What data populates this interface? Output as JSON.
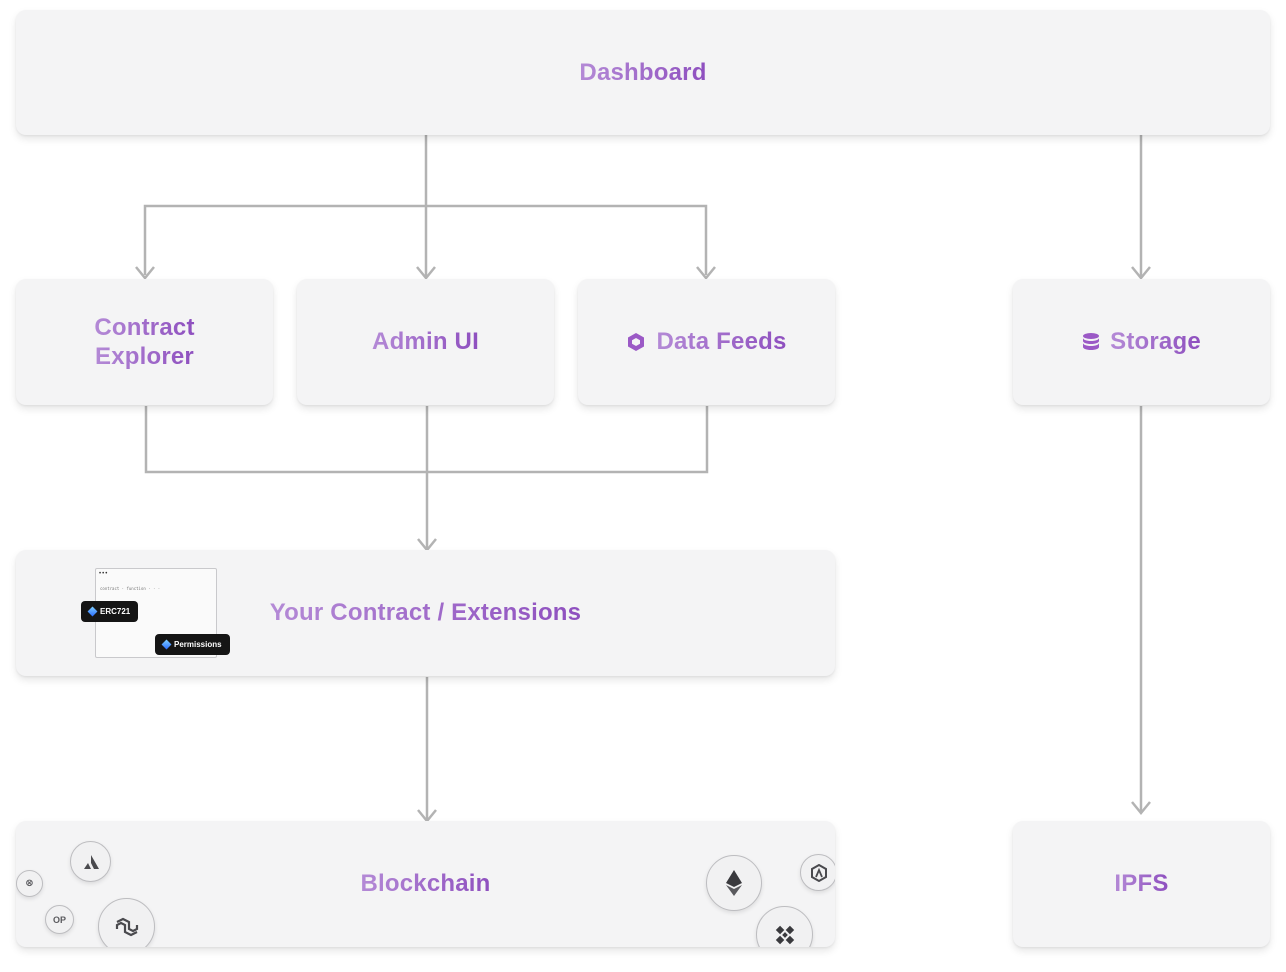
{
  "nodes": {
    "dashboard": "Dashboard",
    "contract_explorer": {
      "line1": "Contract",
      "line2": "Explorer"
    },
    "admin_ui": "Admin UI",
    "data_feeds": "Data Feeds",
    "storage": "Storage",
    "your_contract": "Your Contract / Extensions",
    "blockchain": "Blockchain",
    "ipfs": "IPFS"
  },
  "contract_mock": {
    "dots": "•••",
    "line": "contract  ·  function  ·  ·  ·",
    "badges": [
      "ERC721",
      "Permissions"
    ]
  },
  "chain_icons": {
    "optimism": "OP",
    "names": [
      "gnosis-icon",
      "avalanche-icon",
      "optimism-icon",
      "polygon-icon",
      "ethereum-icon",
      "arbitrum-icon",
      "binance-icon"
    ]
  },
  "colors": {
    "label_start": "#b48ad6",
    "label_end": "#8e4fbf",
    "box_bg": "#f4f4f5",
    "wire": "#b3b3b3"
  }
}
